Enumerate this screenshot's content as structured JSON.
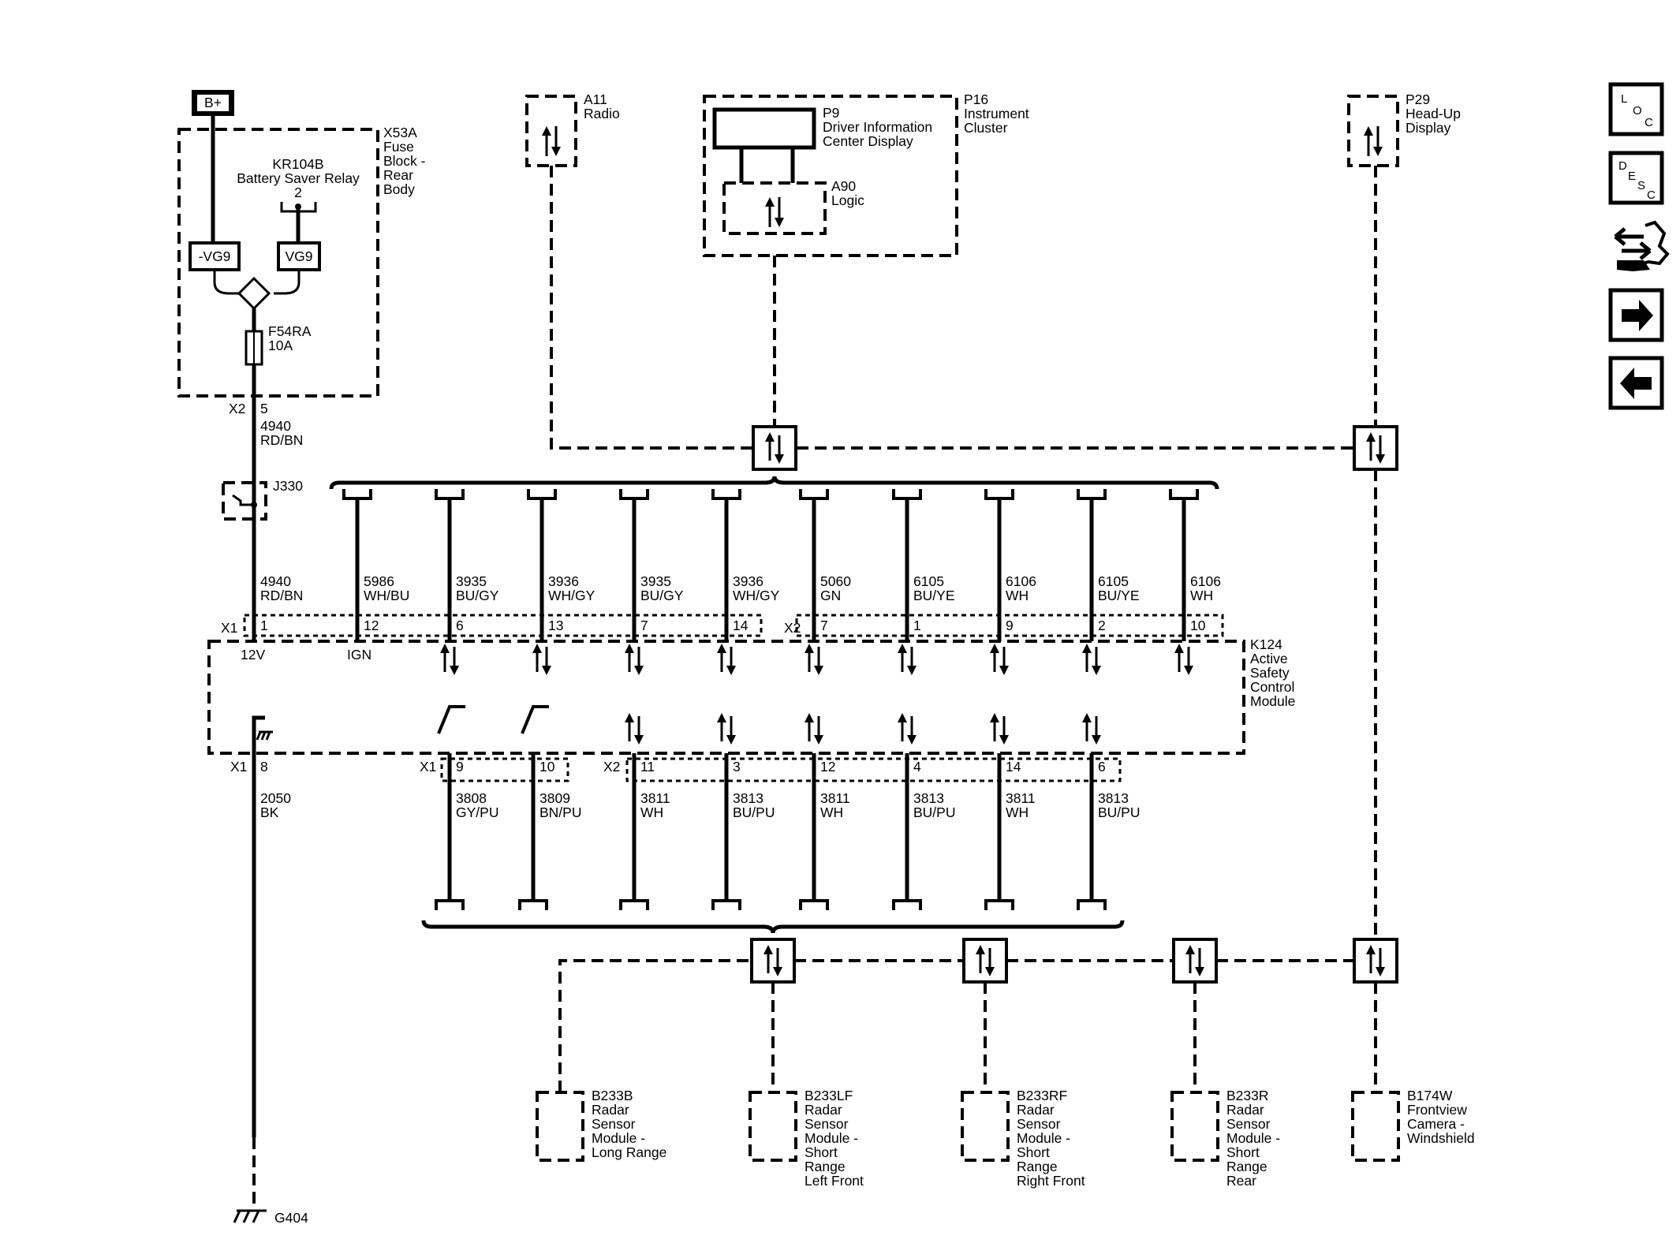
{
  "power": {
    "label": "B+"
  },
  "fuse_block": {
    "ref": "X53A",
    "name": [
      "Fuse",
      "Block -",
      "Rear",
      "Body"
    ],
    "relay_ref": "KR104B",
    "relay_name": "Battery Saver Relay",
    "relay_pin": "2",
    "vg_left": "-VG9",
    "vg_right": "VG9",
    "fuse_ref": "F54RA",
    "fuse_rating": "10A",
    "out_conn": "X2",
    "out_pin": "5"
  },
  "power_wire": {
    "circuit": "4940",
    "color": "RD/BN"
  },
  "splice": {
    "ref": "J330"
  },
  "radio": {
    "ref": "A11",
    "name": "Radio"
  },
  "cluster": {
    "ref": "P16",
    "name": [
      "Instrument",
      "Cluster"
    ]
  },
  "dic": {
    "ref": "P9",
    "name": [
      "Driver Information",
      "Center Display"
    ]
  },
  "logic": {
    "ref": "A90",
    "name": "Logic"
  },
  "hud": {
    "ref": "P29",
    "name": [
      "Head-Up",
      "Display"
    ]
  },
  "module": {
    "ref": "K124",
    "name": [
      "Active",
      "Safety",
      "Control",
      "Module"
    ],
    "conn_x1": "X1",
    "conn_x2": "X2",
    "label_12v": "12V",
    "label_ign": "IGN"
  },
  "top_wires": [
    {
      "circuit": "4940",
      "color": "RD/BN",
      "pin": "1"
    },
    {
      "circuit": "5986",
      "color": "WH/BU",
      "pin": "12"
    },
    {
      "circuit": "3935",
      "color": "BU/GY",
      "pin": "6"
    },
    {
      "circuit": "3936",
      "color": "WH/GY",
      "pin": "13"
    },
    {
      "circuit": "3935",
      "color": "BU/GY",
      "pin": "7"
    },
    {
      "circuit": "3936",
      "color": "WH/GY",
      "pin": "14"
    },
    {
      "circuit": "5060",
      "color": "GN",
      "pin": "7"
    },
    {
      "circuit": "6105",
      "color": "BU/YE",
      "pin": "1"
    },
    {
      "circuit": "6106",
      "color": "WH",
      "pin": "9"
    },
    {
      "circuit": "6105",
      "color": "BU/YE",
      "pin": "2"
    },
    {
      "circuit": "6106",
      "color": "WH",
      "pin": "10"
    }
  ],
  "bottom_wires": [
    {
      "circuit": "2050",
      "color": "BK",
      "pin": "8"
    },
    {
      "circuit": "3808",
      "color": "GY/PU",
      "pin": "9"
    },
    {
      "circuit": "3809",
      "color": "BN/PU",
      "pin": "10"
    },
    {
      "circuit": "3811",
      "color": "WH",
      "pin": "11"
    },
    {
      "circuit": "3813",
      "color": "BU/PU",
      "pin": "3"
    },
    {
      "circuit": "3811",
      "color": "WH",
      "pin": "12"
    },
    {
      "circuit": "3813",
      "color": "BU/PU",
      "pin": "4"
    },
    {
      "circuit": "3811",
      "color": "WH",
      "pin": "14"
    },
    {
      "circuit": "3813",
      "color": "BU/PU",
      "pin": "6"
    }
  ],
  "ground": {
    "ref": "G404"
  },
  "sensors": [
    {
      "ref": "B233B",
      "name": [
        "Radar",
        "Sensor",
        "Module -",
        "Long Range"
      ]
    },
    {
      "ref": "B233LF",
      "name": [
        "Radar",
        "Sensor",
        "Module -",
        "Short",
        "Range",
        "Left Front"
      ]
    },
    {
      "ref": "B233RF",
      "name": [
        "Radar",
        "Sensor",
        "Module -",
        "Short",
        "Range",
        "Right Front"
      ]
    },
    {
      "ref": "B233R",
      "name": [
        "Radar",
        "Sensor",
        "Module -",
        "Short",
        "Range",
        "Rear"
      ]
    },
    {
      "ref": "B174W",
      "name": [
        "Frontview",
        "Camera -",
        "Windshield"
      ]
    }
  ],
  "nav": {
    "loc": [
      "L",
      "O",
      "C"
    ],
    "desc": [
      "D",
      "E",
      "S",
      "C"
    ],
    "icons": [
      "swap-wrench-icon",
      "arrow-right-icon",
      "arrow-left-icon"
    ]
  }
}
